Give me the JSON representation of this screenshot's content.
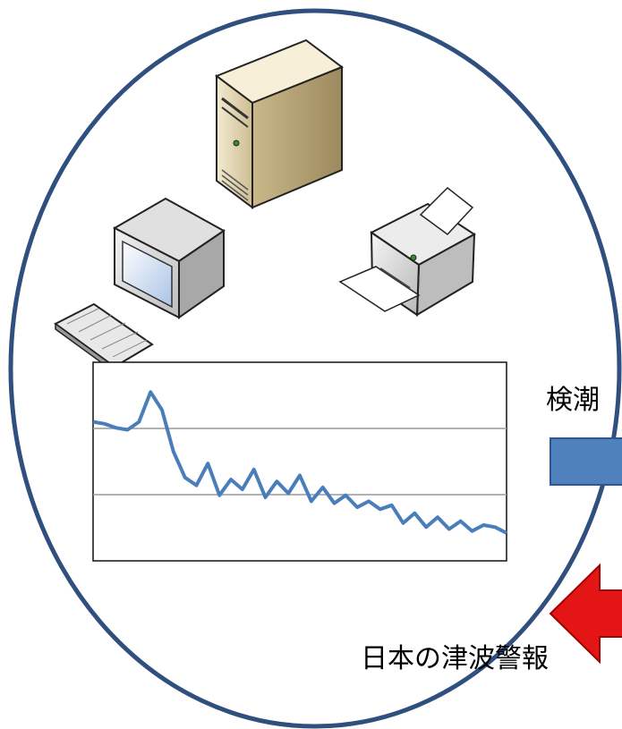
{
  "labels": {
    "tide_station": "検潮",
    "tsunami_warning": "日本の津波警報"
  },
  "icons": {
    "server": "server-tower-icon",
    "pc": "desktop-computer-icon",
    "keyboard": "keyboard-icon",
    "printer": "printer-icon",
    "arrow_right": "arrow-right-icon",
    "arrow_left": "arrow-left-icon"
  },
  "colors": {
    "ellipse_stroke": "#2f4f7f",
    "waveform": "#4a7ebb",
    "arrow_blue": "#4f81bd",
    "arrow_red": "#e41515",
    "server_beige": "#e6d9b5"
  },
  "chart_data": {
    "type": "line",
    "title": "",
    "xlabel": "",
    "ylabel": "",
    "grid_lines": 2,
    "series": [
      {
        "values": [
          0.7,
          0.69,
          0.67,
          0.66,
          0.7,
          0.85,
          0.76,
          0.55,
          0.42,
          0.38,
          0.49,
          0.33,
          0.41,
          0.36,
          0.46,
          0.32,
          0.4,
          0.34,
          0.43,
          0.3,
          0.37,
          0.29,
          0.33,
          0.27,
          0.3,
          0.26,
          0.28,
          0.19,
          0.24,
          0.17,
          0.22,
          0.16,
          0.2,
          0.15,
          0.18,
          0.17,
          0.14
        ]
      }
    ]
  }
}
